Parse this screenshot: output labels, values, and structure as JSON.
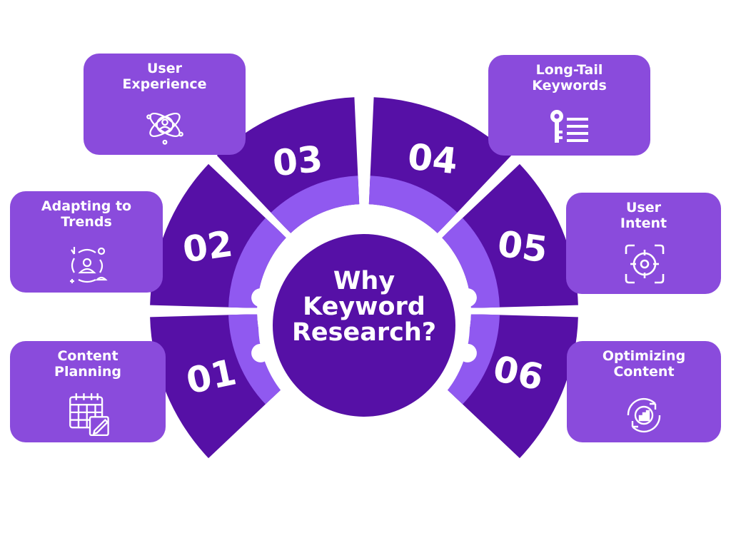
{
  "center": {
    "line1": "Why",
    "line2": "Keyword",
    "line3": "Research?"
  },
  "segments": [
    {
      "number": "01",
      "label": "Content\nPlanning",
      "icon": "calendar-icon"
    },
    {
      "number": "02",
      "label": "Adapting to\nTrends",
      "icon": "trends-cycle-icon"
    },
    {
      "number": "03",
      "label": "User\nExperience",
      "icon": "user-atom-icon"
    },
    {
      "number": "04",
      "label": "Long-Tail\nKeywords",
      "icon": "key-list-icon"
    },
    {
      "number": "05",
      "label": "User\nIntent",
      "icon": "target-icon"
    },
    {
      "number": "06",
      "label": "Optimizing\nContent",
      "icon": "optimize-gear-icon"
    }
  ],
  "colors": {
    "dark": "#5610a6",
    "light": "#9059f0",
    "card": "#8a4bdc",
    "background": "#ffffff"
  }
}
